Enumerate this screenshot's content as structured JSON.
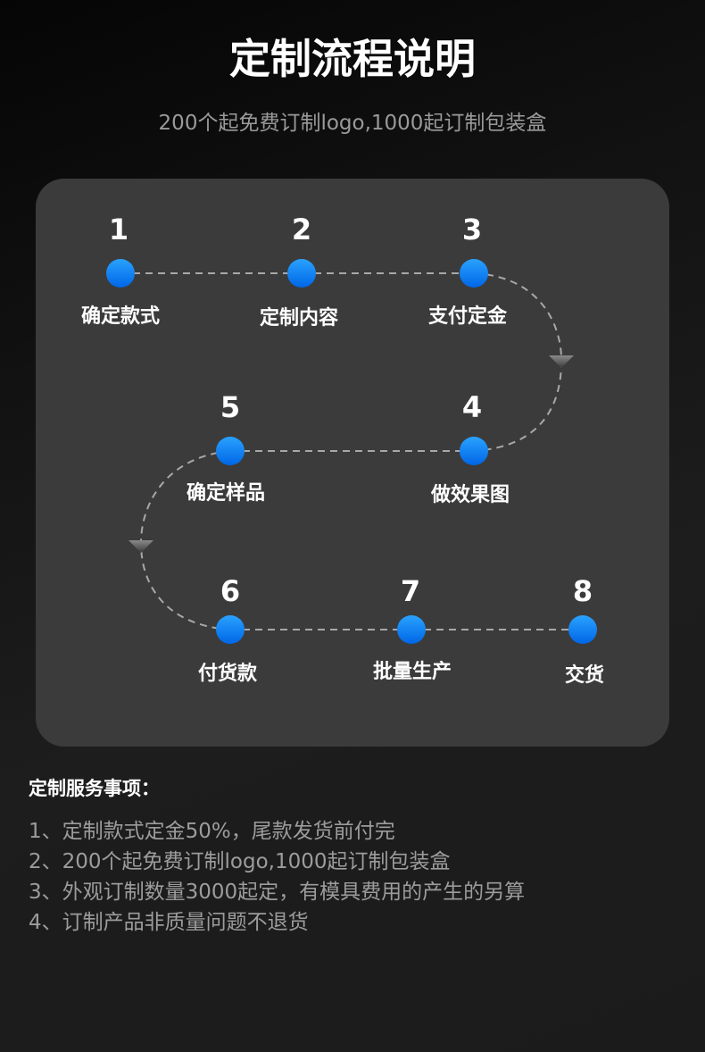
{
  "header": {
    "title": "定制流程说明",
    "subtitle": "200个起免费订制logo,1000起订制包装盒"
  },
  "flow": {
    "colors": {
      "node_top": "#2aa2ff",
      "node_bottom": "#0066e6",
      "connector": "#a8a8a8",
      "panel": "#3b3b3b"
    },
    "steps": [
      {
        "num": "1",
        "label": "确定款式"
      },
      {
        "num": "2",
        "label": "定制内容"
      },
      {
        "num": "3",
        "label": "支付定金"
      },
      {
        "num": "4",
        "label": "做效果图"
      },
      {
        "num": "5",
        "label": "确定样品"
      },
      {
        "num": "6",
        "label": "付货款"
      },
      {
        "num": "7",
        "label": "批量生产"
      },
      {
        "num": "8",
        "label": "交货"
      }
    ]
  },
  "services": {
    "heading": "定制服务事项：",
    "items": [
      "1、定制款式定金50%，尾款发货前付完",
      "2、200个起免费订制logo,1000起订制包装盒",
      "3、外观订制数量3000起定，有模具费用的产生的另算",
      "4、订制产品非质量问题不退货"
    ]
  }
}
